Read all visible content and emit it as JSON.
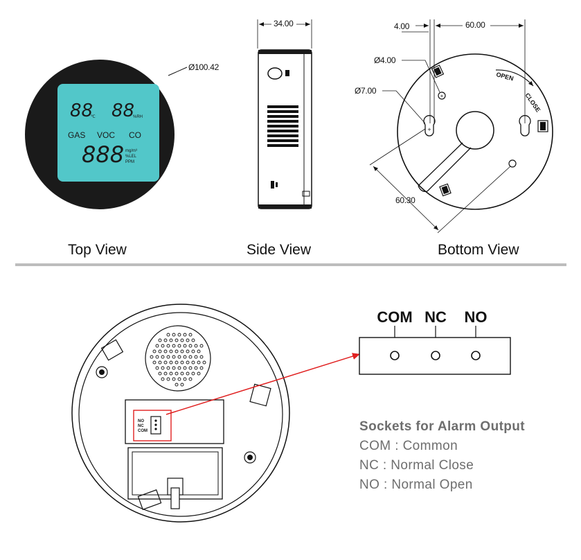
{
  "top_view": {
    "caption": "Top View",
    "diameter": "Ø100.42",
    "lcd": {
      "temp_digits": "88",
      "temp_unit": "℃",
      "hum_digits": "88",
      "hum_unit": "%RH",
      "labels": [
        "GAS",
        "VOC",
        "CO"
      ],
      "main_digits": "888",
      "units": [
        "mg/m³",
        "%LEL",
        "PPM"
      ]
    }
  },
  "side_view": {
    "caption": "Side View",
    "width": "34.00"
  },
  "bottom_view": {
    "caption": "Bottom View",
    "dim_slot": "4.00",
    "dim_spacing": "60.00",
    "dim_hole_small": "Ø4.00",
    "dim_hole_large": "Ø7.00",
    "dim_diag": "60.30",
    "open_label": "OPEN",
    "close_label": "CLOSE"
  },
  "board": {
    "pcb_labels": [
      "NO",
      "NC",
      "COM"
    ]
  },
  "terminal": {
    "labels": [
      "COM",
      "NC",
      "NO"
    ]
  },
  "sockets": {
    "title": "Sockets for Alarm Output",
    "lines": [
      "COM : Common",
      "NC : Normal Close",
      "NO : Normal Open"
    ]
  },
  "colors": {
    "accent_red": "#e02020",
    "lcd": "#52c7c9",
    "housing": "#1a1a1a",
    "text_gray": "#6e6e6e",
    "divider": "#bdbdbd"
  }
}
